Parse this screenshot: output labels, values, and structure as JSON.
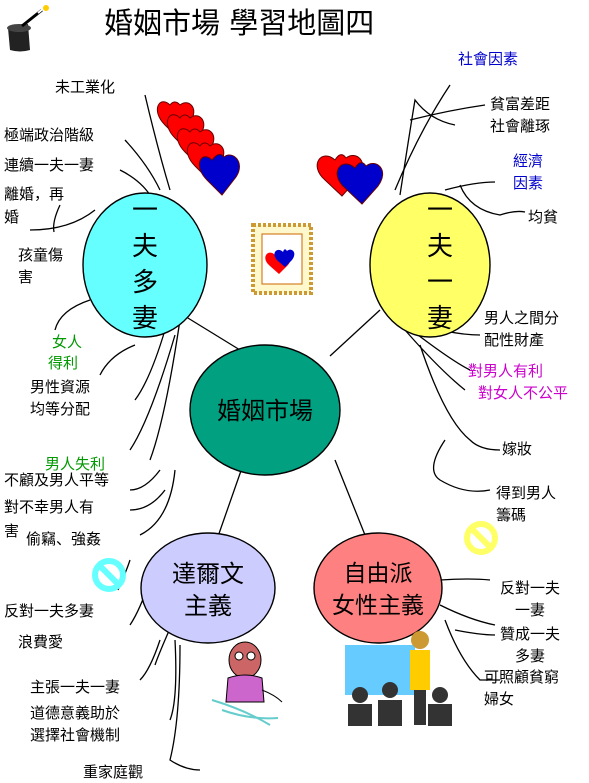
{
  "title": "婚姻市場  學習地圖四",
  "center": "婚姻市場",
  "nodes": {
    "polygamy": [
      "一",
      "夫",
      "多",
      "妻"
    ],
    "monogamy": [
      "一",
      "夫",
      "一",
      "妻"
    ],
    "darwinism": [
      "達爾文",
      "主義"
    ],
    "liberal_feminism": [
      "自由派",
      "女性主義"
    ]
  },
  "polygamy_branches": {
    "pre_industrial": "未工業化",
    "extreme_politics": "極端政治階級",
    "serial_monogamy": "連續一夫一妻",
    "divorce_line1": "離婚，再",
    "divorce_line2": "婚",
    "child_harm_line1": "孩童傷",
    "child_harm_line2": "害",
    "women_benefit_line1": "女人",
    "women_benefit_line2": "得利",
    "resource_line1": "男性資源",
    "resource_line2": "均等分配",
    "men_lose": "男人失利",
    "unequal": "不顧及男人平等",
    "unfortunate_line1": "對不幸男人有",
    "unfortunate_line2": "害",
    "theft": "偷竊、強姦"
  },
  "monogamy_branches": {
    "social_factors": "社會因素",
    "gap_line1": "貧富差距",
    "gap_line2": "社會離琢",
    "econ_line1": "經濟",
    "econ_line2": "因素",
    "poverty": "均貧",
    "property_line1": "男人之間分",
    "property_line2": "配性財產",
    "good_for_men": "對男人有利",
    "unfair_women": "對女人不公平",
    "dowry": "嫁妝",
    "chips_line1": "得到男人",
    "chips_line2": "籌碼"
  },
  "darwinism_branches": {
    "oppose": "反對一夫多妻",
    "waste": "浪費愛",
    "advocate": "主張一夫一妻",
    "moral_line1": "道德意義助於",
    "moral_line2": "選擇社會機制",
    "family": "重家庭觀"
  },
  "feminism_branches": {
    "oppose_line1": "反對一夫",
    "oppose_line2": "一妻",
    "support_line1": "贊成一夫",
    "support_line2": "多妻",
    "care_line1": "可照顧貧窮",
    "care_line2": "婦女"
  },
  "colors": {
    "polygamy_fill": "#66ffff",
    "monogamy_fill": "#ffff66",
    "center_fill": "#00a080",
    "darwinism_fill": "#ccccff",
    "feminism_fill": "#ff8080",
    "heart_red": "#ff0000",
    "heart_blue": "#0000cc",
    "no_sign": "#ffff66"
  },
  "icons": [
    "magic-hat-icon",
    "hearts-cluster-icon",
    "hearts-pair-icon",
    "framed-hearts-icon",
    "no-sign-icon",
    "cartoon-person-icon",
    "meeting-people-icon"
  ]
}
